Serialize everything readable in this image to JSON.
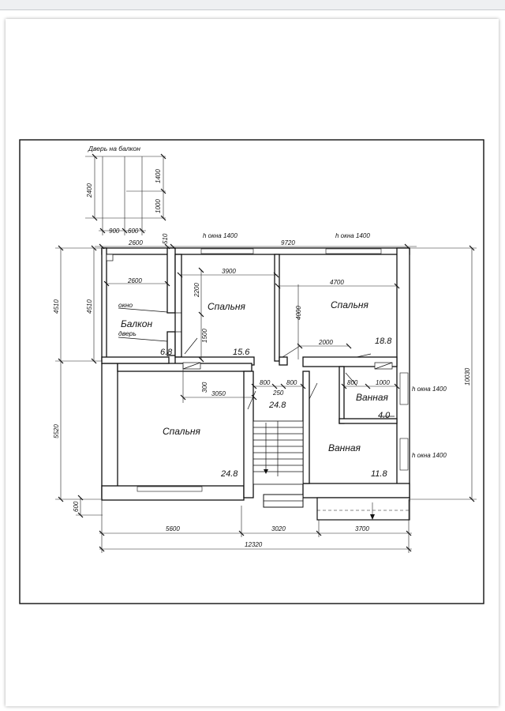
{
  "balcony_door_detail": {
    "title": "Дверь на балкон",
    "dims": {
      "total_height": "2400",
      "top": "1400",
      "bottom": "1000",
      "width_left": "900",
      "width_right": "600"
    }
  },
  "dimensions": {
    "top_left": "2600",
    "top_small": "510",
    "overall_width_top": "9720",
    "window_h_1": "h окна 1400",
    "window_h_2": "h окна 1400",
    "window_h_3": "h окна 1400",
    "window_h_4": "h окна 1400",
    "balcony_width": "2600",
    "room1_width": "3900",
    "room2_width": "4700",
    "left_upper": "4510",
    "left_upper_inner": "4510",
    "left_lower": "5520",
    "left_bottom": "600",
    "room1_height": "2200",
    "room1_height_lower": "1500",
    "room2_height": "4000",
    "overall_height": "10030",
    "corridor_a": "3050",
    "corridor_b": "300",
    "door_a": "800",
    "door_b": "800",
    "door_c": "250",
    "door_d": "800",
    "door_e": "1000",
    "hall_width": "2000",
    "bottom_a": "5600",
    "bottom_b": "3020",
    "bottom_c": "3700",
    "bottom_total": "12320"
  },
  "labels": {
    "window": "окно",
    "door": "дверь"
  },
  "rooms": [
    {
      "name": "Балкон",
      "area": "6.8"
    },
    {
      "name": "Спальня",
      "area": "15.6"
    },
    {
      "name": "Спальня",
      "area": "18.8"
    },
    {
      "name": "",
      "area": "24.8"
    },
    {
      "name": "Спальня",
      "area": "24.8"
    },
    {
      "name": "Ванная",
      "area": "4.0"
    },
    {
      "name": "Ванная",
      "area": "11.8"
    }
  ]
}
